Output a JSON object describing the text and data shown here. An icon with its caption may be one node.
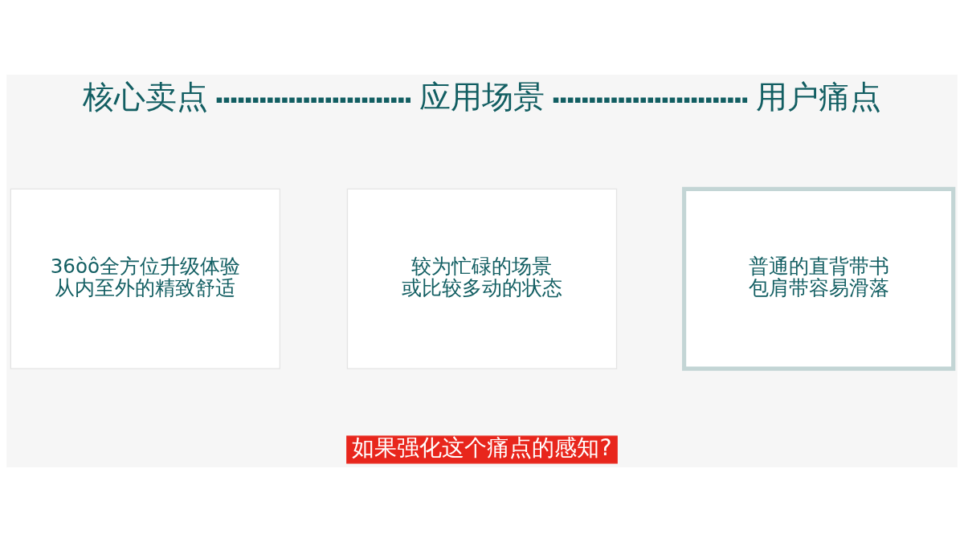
{
  "diagram": {
    "nodes": [
      {
        "text": [
          "核心卖点"
        ]
      },
      {
        "text": [
          "应用场景"
        ]
      },
      {
        "text": [
          "用户痛点"
        ]
      },
      {
        "text": [
          "36òô全方位升级体验从内至外的精致舒适"
        ]
      },
      {
        "text": [
          "较为忙碌的场景或比较多动的状态"
        ]
      },
      {
        "text": [
          "普通的直背带书包肩带容易滑落"
        ]
      }
    ],
    "edges": [
      {
        "from": 0,
        "to": 1,
        "arrow": "none",
        "style": "dashed"
      },
      {
        "from": 1,
        "to": 2,
        "arrow": "none",
        "style": "dashed"
      }
    ],
    "labels": [
      "如果强化这个痛点的感知?"
    ]
  }
}
